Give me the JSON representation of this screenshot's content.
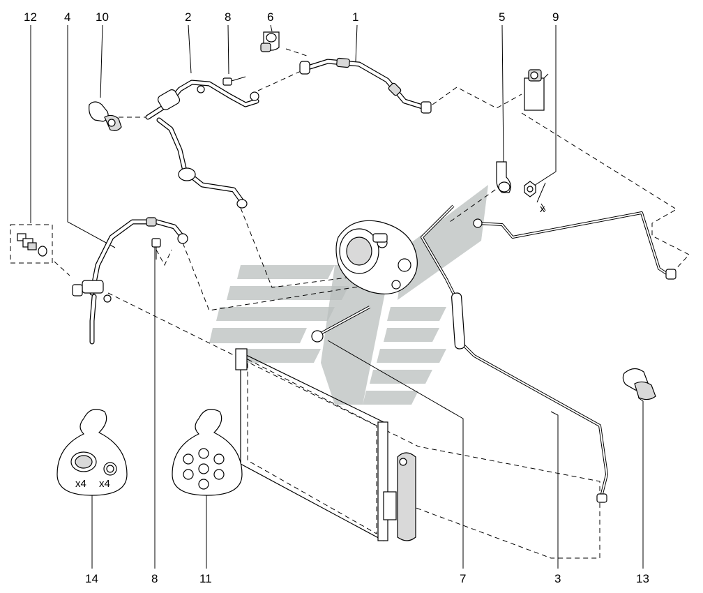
{
  "callouts": {
    "c1": "1",
    "c2": "2",
    "c3": "3",
    "c4": "4",
    "c5": "5",
    "c6": "6",
    "c7": "7",
    "c8_top": "8",
    "c8_bottom": "8",
    "c9": "9",
    "c10": "10",
    "c11": "11",
    "c12": "12",
    "c13": "13",
    "c14": "14"
  },
  "quantities": {
    "kit14_left": "x4",
    "kit14_right": "x4"
  },
  "markers": {
    "axis_x": "x"
  },
  "colors": {
    "line": "#000000",
    "watermark": "#b9bfbe",
    "background": "#ffffff"
  }
}
